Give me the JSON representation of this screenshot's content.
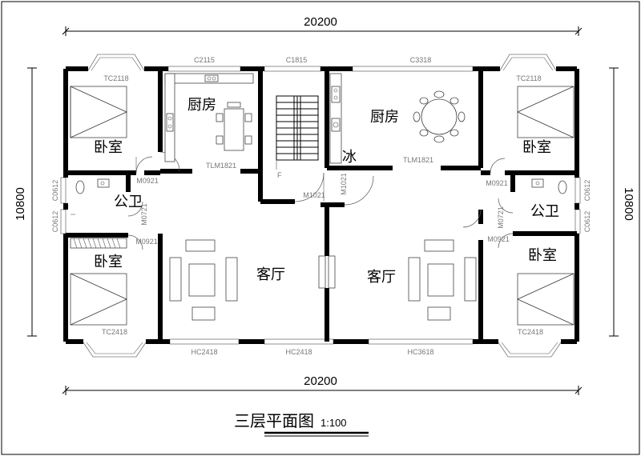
{
  "dimensions": {
    "top_width": "20200",
    "bottom_width": "20200",
    "left_height": "10800",
    "right_height": "10800"
  },
  "window_codes": {
    "c2115": "C2115",
    "c1815": "C1815",
    "c3318": "C3318",
    "tc2118_left": "TC2118",
    "tc2118_right": "TC2118",
    "tc2418_left": "TC2418",
    "tc2418_right": "TC2418",
    "tlm1821_left": "TLM1821",
    "tlm1821_right": "TLM1821",
    "hc2418_a": "HC2418",
    "hc2418_b": "HC2418",
    "hc3618": "HC3618",
    "c0612_l1": "C0612",
    "c0612_l2": "C0612",
    "c0612_r1": "C0612",
    "c0612_r2": "C0612"
  },
  "door_codes": {
    "m0921_l1": "M0921",
    "m0721_l": "M0721",
    "m0921_l2": "M0921",
    "m1021_a": "M1021",
    "m1021_b": "M1021",
    "m0921_r1": "M0921",
    "m0721_r": "M0721",
    "m0921_r2": "M0921"
  },
  "rooms": {
    "bedroom_tl": "卧室",
    "kitchen_l": "厨房",
    "kitchen_r": "厨房",
    "fridge": "冰",
    "bedroom_tr": "卧室",
    "bath_l": "公卫",
    "bath_r": "公卫",
    "bedroom_bl": "卧室",
    "living_l": "客厅",
    "living_r": "客厅",
    "bedroom_br": "卧室"
  },
  "stair_mark": "F",
  "title": "三层平面图",
  "scale": "1:100"
}
